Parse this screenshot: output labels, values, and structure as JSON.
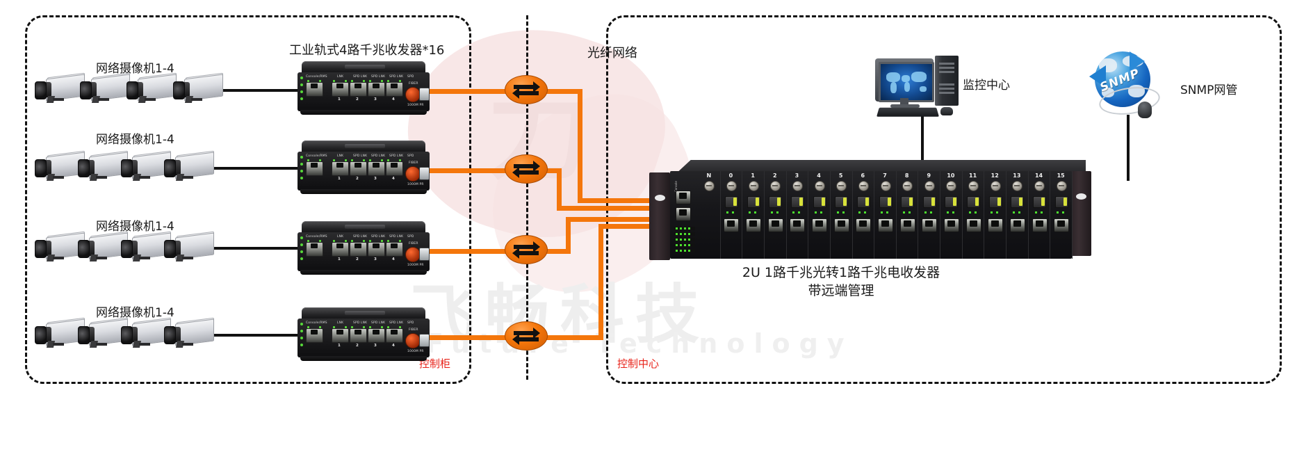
{
  "diagram": {
    "title_converter": "工业轨式4路千兆收发器*16",
    "title_fiber_network": "光纤网络",
    "camera_group_label": "网络摄像机1-4",
    "camera_groups": [
      {
        "label": "网络摄像机1-4"
      },
      {
        "label": "网络摄像机1-4"
      },
      {
        "label": "网络摄像机1-4"
      },
      {
        "label": "网络摄像机1-4"
      }
    ],
    "zones": [
      {
        "name": "control-cabinet",
        "label": "控制柜",
        "color": "#e8231a"
      },
      {
        "name": "control-center",
        "label": "控制中心",
        "color": "#e8231a"
      }
    ],
    "rack": {
      "caption_line1": "2U 1路千兆光转1路千兆电收发器",
      "caption_line2": "带远端管理",
      "port_labels": [
        "N",
        "0",
        "1",
        "2",
        "3",
        "4",
        "5",
        "6",
        "7",
        "8",
        "9",
        "10",
        "11",
        "12",
        "13",
        "14",
        "15"
      ],
      "console_label": "Console"
    },
    "monitoring_center": {
      "label": "监控中心"
    },
    "snmp": {
      "label": "SNMP网管",
      "globe_text": "SNMP"
    },
    "converter_port_text": {
      "console": "Console/RMS",
      "link": "LNK",
      "spd_link": "SPD LNK",
      "spd": "SPD",
      "fiber": "FIBER",
      "power": "1000M PR",
      "port_numbers": [
        "1",
        "2",
        "3",
        "4"
      ]
    },
    "watermark": {
      "brand_cn": "飞畅科技",
      "brand_en": "Future Technology"
    },
    "colors": {
      "fiber": "#f4760b",
      "copper": "#111111",
      "zone_border": "#111111",
      "label_red": "#e8231a",
      "watermark_pink": "#f7e3e3"
    }
  }
}
